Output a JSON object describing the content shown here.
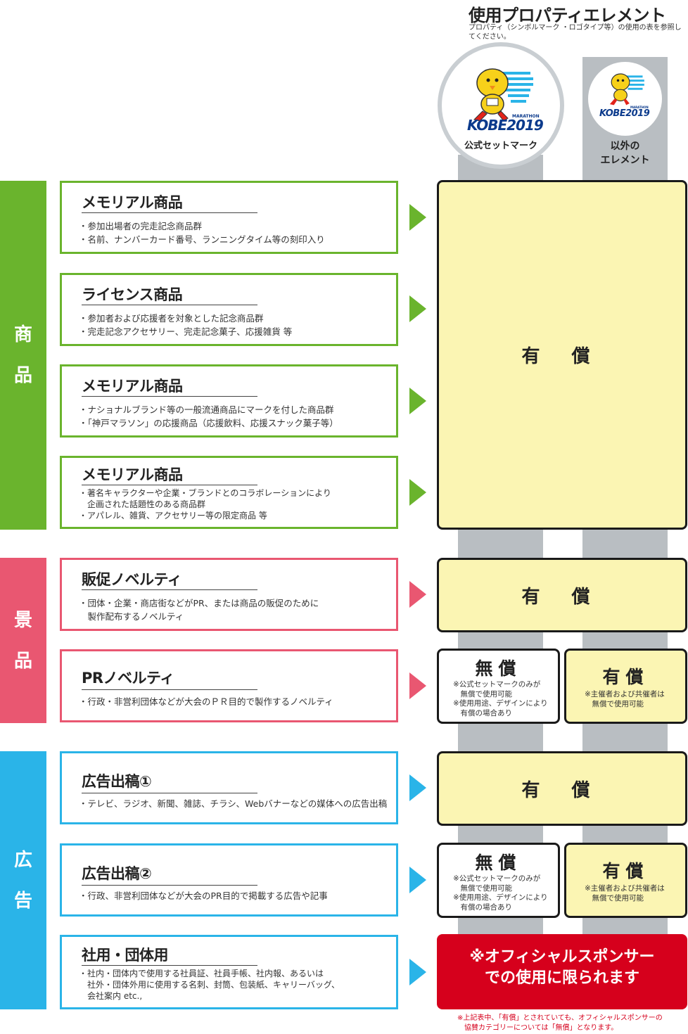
{
  "header": {
    "title": "使用プロパティエレメント",
    "note": "プロパティ（シンボルマーク ・ロゴタイプ等）の使用の表を参照してください。"
  },
  "columns": {
    "official": {
      "logo_word": "KOBE",
      "logo_year": "2019",
      "logo_small": "MARATHON",
      "label": "公式セットマーク"
    },
    "other": {
      "logo_word": "KOBE",
      "logo_year": "2019",
      "logo_small": "MARATHON",
      "label_line1": "以外の",
      "label_line2": "エレメント"
    }
  },
  "categories": [
    {
      "name": "商品",
      "chars": [
        "商",
        "品"
      ],
      "color": "#6ab42d"
    },
    {
      "name": "景品",
      "chars": [
        "景",
        "品"
      ],
      "color": "#e95771"
    },
    {
      "name": "広告",
      "chars": [
        "広",
        "告"
      ],
      "color": "#2ab4e8"
    }
  ],
  "items": [
    {
      "title": "メモリアル商品",
      "bullets": "・参加出場者の完走記念商品群\n・名前、ナンバーカード番号、ランニングタイム等の刻印入り"
    },
    {
      "title": "ライセンス商品",
      "bullets": "・参加者および応援者を対象とした記念商品群\n・完走記念アクセサリー、完走記念菓子、応援雑貨 等"
    },
    {
      "title": "メモリアル商品",
      "bullets": "・ナショナルブランド等の一般流通商品にマークを付した商品群\n・「神戸マラソン」の応援商品（応援飲料、応援スナック菓子等）"
    },
    {
      "title": "メモリアル商品",
      "bullets": "・著名キャラクターや企業・ブランドとのコラボレーションにより\n　企画された話題性のある商品群\n・アパレル、雑貨、アクセサリー等の限定商品 等"
    },
    {
      "title": "販促ノベルティ",
      "bullets": "・団体・企業・商店街などがPR、または商品の販促のために\n　製作配布するノベルティ"
    },
    {
      "title": "PRノベルティ",
      "bullets": "・行政・非営利団体などが大会のＰＲ目的で製作するノベルティ"
    },
    {
      "title": "広告出稿①",
      "bullets": "・テレビ、ラジオ、新聞、雑誌、チラシ、Webバナーなどの媒体への広告出稿"
    },
    {
      "title": "広告出稿②",
      "bullets": "・行政、非営利団体などが大会のPR目的で掲載する広告や記事"
    },
    {
      "title": "社用・団体用",
      "bullets": "・社内・団体内で使用する社員証、社員手帳、社内報、あるいは\n　社外・団体外用に使用する名刺、封筒、包装紙、キャリーバッグ、\n　会社案内 etc.,"
    }
  ],
  "results": {
    "paid": "有 償",
    "paid_short": "有償",
    "free": "無償",
    "free_note": "※公式セットマークのみが\n　無償で使用可能\n※使用用途、デザインにより\n　有償の場合あり",
    "paid_note": "※主催者および共催者は\n　無償で使用可能",
    "sponsor_line1": "※オフィシャルスポンサー",
    "sponsor_line2": "での使用に限られます"
  },
  "footnote": "※上記表中、「有償」とされていても、オフィシャルスポンサーの\n　協賛カテゴリーについては「無償」となります。"
}
